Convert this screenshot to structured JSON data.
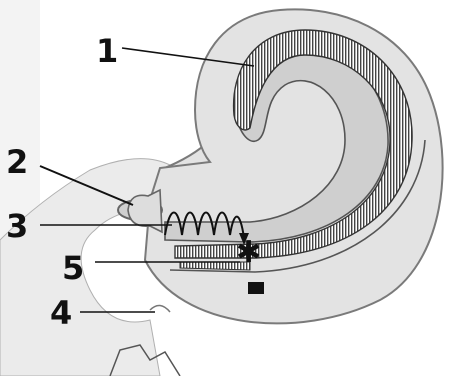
{
  "labels": {
    "l1": "1",
    "l2": "2",
    "l3": "3",
    "l4": "4",
    "l5": "5"
  },
  "markers": {
    "star": "✱"
  },
  "colors": {
    "outer_fill": "#e3e3e3",
    "outline": "#7a7a7a",
    "canal_fill": "#cfcfcf",
    "membrane": "#ffffff",
    "stripe": "#444444",
    "label": "#111111"
  }
}
